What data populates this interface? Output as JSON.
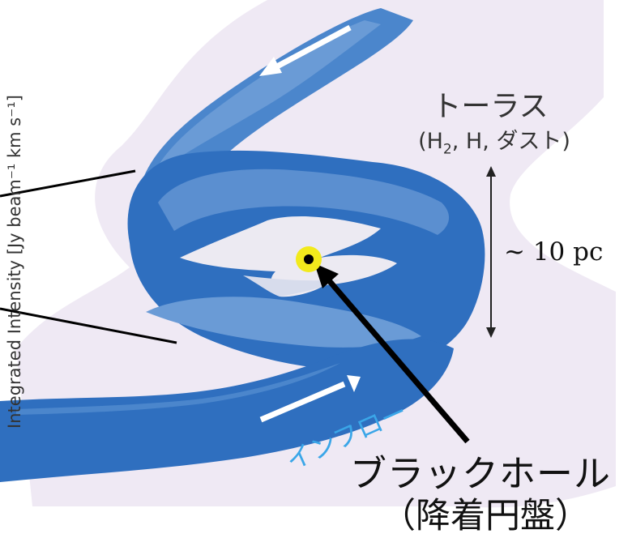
{
  "axis_label": "Integrated Intensity [Jy beam⁻¹ km s⁻¹]",
  "labels": {
    "torus_title": "トーラス",
    "torus_sub_prefix": "(H",
    "torus_sub_subscript": "2",
    "torus_sub_suffix": ", H, ダスト)",
    "scale": "~ 10 pc",
    "inflow": "インフロー",
    "black_hole": "ブラックホール",
    "accretion_disk": "（降着円盤）"
  },
  "colors": {
    "background_haze": "#efe9f4",
    "stream_dark": "#2f6fbf",
    "stream_mid": "#4b86cc",
    "stream_light": "#6a9bd6",
    "center_pale": "#eceaf2",
    "inflow_text": "#3aa6e8",
    "black_hole_ring": "#f2ea1c",
    "black_hole_core": "#000000"
  }
}
